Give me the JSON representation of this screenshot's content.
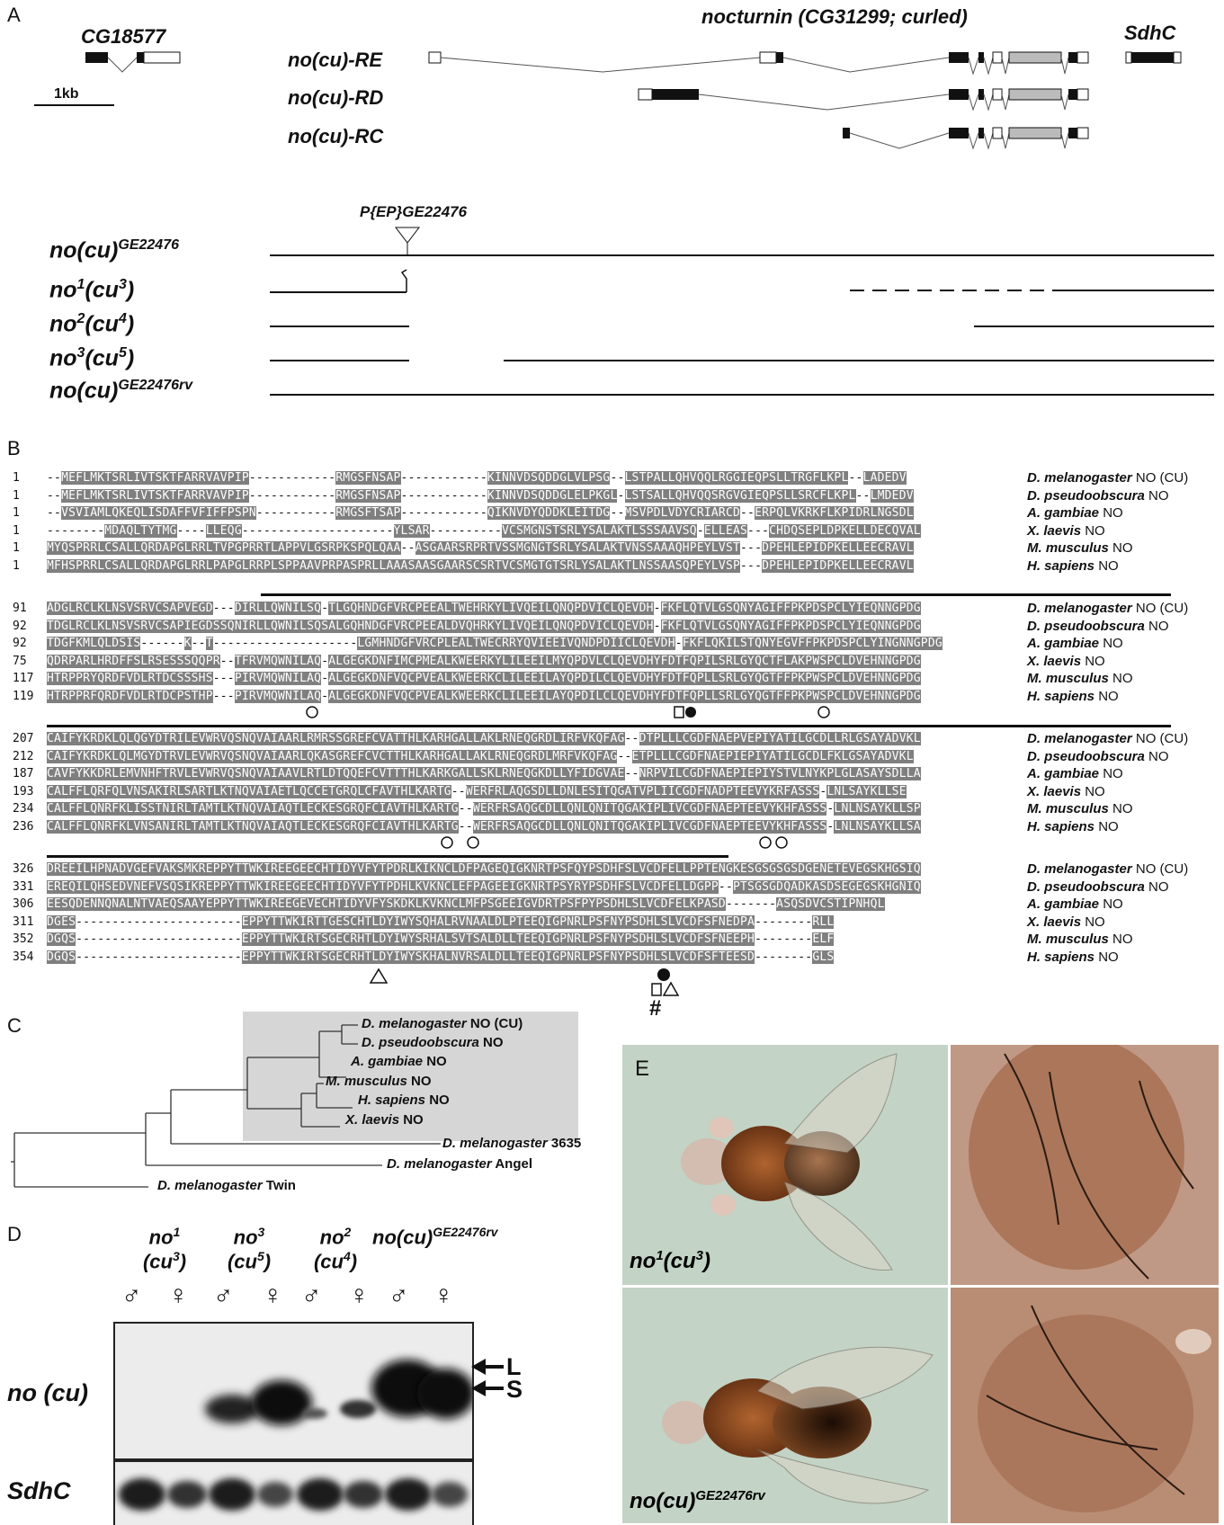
{
  "panels": {
    "A": "A",
    "B": "B",
    "C": "C",
    "D": "D",
    "E": "E"
  },
  "panelA": {
    "gene_left": "CG18577",
    "gene_main": "nocturnin (CG31299; curled)",
    "gene_right": "SdhC",
    "scale": "1kb",
    "transcripts": [
      "no(cu)-RE",
      "no(cu)-RD",
      "no(cu)-RC"
    ],
    "insertion": "P{EP}GE22476",
    "alleles": [
      {
        "base": "no(cu)",
        "sup": "GE22476"
      },
      {
        "base": "no",
        "sup1": "1",
        "mid": "(cu",
        "sup2": "3",
        "end": ")"
      },
      {
        "base": "no",
        "sup1": "2",
        "mid": "(cu",
        "sup2": "4",
        "end": ")"
      },
      {
        "base": "no",
        "sup1": "3",
        "mid": "(cu",
        "sup2": "5",
        "end": ")"
      },
      {
        "base": "no(cu)",
        "sup": "GE22476rv"
      }
    ]
  },
  "panelB": {
    "blocks": [
      {
        "nums": [
          "1",
          "1",
          "1",
          "1",
          "1",
          "1"
        ],
        "seqs": [
          "--MEFLMKTSRLIVTSKTFARRVAVPIP------------RMGSFNSAP------------KINNVDSQDDGLVLPSG--LSTPALLQHVQQLRGGIEQPSLLTRGFLKPL--LADEDV",
          "--MEFLMKTSRLIVTSKTFARRVAVPIP------------RMGSFNSAP------------KINNVDSQDDGLELPKGL-LSTSALLQHVQQSRGVGIEQPSLLSRCFLKPL--LMDEDV",
          "--VSVIAMLQKEQLISDAFFVFIFFPSPN-----------RMGSFTSAP------------QIKNVDYQDDKLEITDG--MSVPDLVDYCRIARCD--ERPQLVKRKFLKPIDRLNGSDL",
          "--------MDAQLTYTMG----LLEQG---------------------YLSAR----------VCSMGNSTSRLYSALAKTLSSSAAVSQ-ELLEAS---CHDQSEPLDPKELLDECQVAL",
          "MYQSPRRLCSALLQRDAPGLRRLTVPGPRRTLAPPVLGSRPKSPQLQAA--ASGAARSRPRTVSSMGNGTSRLYSALAKTVNSSAAAQHPEYLVST---DPEHLEPIDPKELLEECRAVL",
          "MFHSPRRLCSALLQRDAPGLRRLPAPGLRRPLSPPAAVPRPASPRLLAAASAASGAARSCSRTVCSMGTGTSRLYSALAKTLNSSAASQPEYLVSP---DPEHLEPIDPKELLEECRAVL"
        ]
      },
      {
        "nums": [
          "91",
          "92",
          "92",
          "75",
          "117",
          "119"
        ],
        "seqs": [
          "ADGLRCLKLNSVSRVCSAPVEGD---DIRLLQWNILSQ-TLGQHNDGFVRCPEEALTWEHRKYLIVQEILQNQPDVICLQEVDH-FKFLQTVLGSQNYAGIFFPKPDSPCLYIEQNNGPDG",
          "TDGLRCLKLNSVSRVCSAPIEGDSSQNIRLLQWNILSQSALGQHNDGFVRCPEEALDVQHRKYLIVQEILQNQPDVICLQEVDH-FKFLQTVLGSQNYAGIFFPKPDSPCLYIEQNNGPDG",
          "TDGFKMLQLDSIS------K--T--------------------LGMHNDGFVRCPLEALTWECRRYQVIEEIVQNDPDIICLQEVDH-FKFLQKILSTQNYEGVFFPKPDSPCLYINGNNGPDG",
          "QDRPARLHRDFFSLRSESSSQQPR--TFRVMQWNILAQ-ALGEGKDNFIMCPMEALKWEERKYLILEEILMYQPDVLCLQEVDHYFDTFQPILSRLGYQCTFLAKPWSPCLDVEHNNGPDG",
          "HTRPPRYQRDFVDLRTDCSSSHS---PIRVMQWNILAQ-ALGEGKDNFVQCPVEALKWEERKCLILEEILAYQPDILCLQEVDHYFDTFQPLLSRLGYQGTFFPKPWSPCLDVEHNNGPDG",
          "HTRPPRFQRDFVDLRTDCPSTHP---PIRVMQWNILAQ-ALGEGKDNFVQCPVEALKWEERKCLILEEILAYQPDILCLQEVDHYFDTFQPLLSRLGYQGTFFPKPWSPCLDVEHNNGPDG"
        ]
      },
      {
        "nums": [
          "207",
          "212",
          "187",
          "193",
          "234",
          "236"
        ],
        "seqs": [
          "CAIFYKRDKLQLQGYDTRILEVWRVQSNQVAIAARLRMRSSGREFCVATTHLKARHGALLAKLRNEQGRDLIRFVKQFAG--DTPLLLCGDFNAEPVEPIYATILGCDLLRLGSAYADVKL",
          "CAIFYKRDKLQLMGYDTRVLEVWRVQSNQVAIAARLQKASGREFCVCTTHLKARHGALLAKLRNEQGRDLMRFVKQFAG--ETPLLLCGDFNAEPIEPIYATILGCDLFKLGSAYADVKL",
          "CAVFYKKDRLEMVNHFTRVLEVWRVQSNQVAIAAVLRTLDTQQEFCVTTTHLKARKGALLSKLRNEQGKDLLYFIDGVAE--NRPVILCGDFNAEPIEPIYSTVLNYKPLGLASAYSDLLA",
          "CALFFLQRFQLVNSAKIRLSARTLKTNQVAIAETLQCCETGRQLCFAVTHLKARTG--WERFRLAQGSDLLDNLESITQGATVPLIICGDFNADPTEEVYKRFASSS-LNLSAYKLLSE",
          "CALFFLQNRFKLISSTNIRLTAMTLKTNQVAIAQTLECKESGRQFCIAVTHLKARTG--WERFRSAQGCDLLQNLQNITQGAKIPLIVCGDFNAEPTEEVYKHFASSS-LNLNSAYKLLSP",
          "CALFFLQNRFKLVNSANIRLTAMTLKTNQVAIAQTLECKESGRQFCIAVTHLKARTG--WERFRSAQGCDLLQNLQNITQGAKIPLIVCGDFNAEPTEEVYKHFASSS-LNLNSAYKLLSA"
        ]
      },
      {
        "nums": [
          "326",
          "331",
          "306",
          "311",
          "352",
          "354"
        ],
        "seqs": [
          "DREEILHPNADVGEFVAKSMKREPPYTTWKIREEGEECHTIDYVFYTPDRLKIKNCLDFPAGEQIGKNRTPSFQYPSDHFSLVCDFELLPPTENGKESGSGSGSDGENETEVEGSKHGSIQ",
          "EREQILQHSEDVNEFVSQSIKREPPYTTWKIREEGEECHTIDYVFYTPDHLKVKNCLEFPAGEEIGKNRTPSYRYPSDHFSLVCDFELLDGPP--PTSGSGDQADKASDSEGEGSKHGNIQ",
          "EESQDENNQNALNTVAEQSAAYEPPYTTWKIREEGEVECHTIDYVFYSKDKLKVKNCLMFPSGEEIGVDRTPSFPYPSDHLSLVCDFELKPASD-------ASQSDVCSTIPNHQL",
          "DGES-----------------------EPPYTTWKIRTTGESCHTLDYIWYSQHALRVNAALDLPTEEQIGPNRLPSFNYPSDHLSLVCDFSFNEDPA--------RLL",
          "DGQS-----------------------EPPYTTWKIRTSGECRHTLDYIWYSRHALSVTSALDLLTEEQIGPNRLPSFNYPSDHLSLVCDFSFNEEPH--------ELF",
          "DGQS-----------------------EPPYTTWKIRTSGECRHTLDYIWYSKHALNVRSALDLLTEEQIGPNRLPSFNYPSDHLSLVCDFSFTEESD--------GLS"
        ]
      }
    ],
    "species": [
      {
        "sp": "D. melanogaster",
        "nm": "NO (CU)"
      },
      {
        "sp": "D. pseudoobscura",
        "nm": "NO"
      },
      {
        "sp": "A. gambiae",
        "nm": "NO"
      },
      {
        "sp": "X. laevis",
        "nm": "NO"
      },
      {
        "sp": "M. musculus",
        "nm": "NO"
      },
      {
        "sp": "H. sapiens",
        "nm": "NO"
      }
    ],
    "hash": "#"
  },
  "panelC": {
    "leaves": [
      {
        "sp": "D. melanogaster",
        "nm": "NO (CU)"
      },
      {
        "sp": "D. pseudoobscura",
        "nm": "NO"
      },
      {
        "sp": "A. gambiae",
        "nm": "NO"
      },
      {
        "sp": "M. musculus",
        "nm": "NO"
      },
      {
        "sp": "H. sapiens",
        "nm": "NO"
      },
      {
        "sp": "X. laevis",
        "nm": "NO"
      },
      {
        "sp": "D. melanogaster",
        "nm": "3635"
      },
      {
        "sp": "D. melanogaster",
        "nm": "Angel"
      },
      {
        "sp": "D. melanogaster",
        "nm": "Twin"
      }
    ]
  },
  "panelD": {
    "columns": [
      {
        "base": "no",
        "sup": "1",
        "sub": "(cu",
        "sub_sup": "3",
        "sub_end": ")"
      },
      {
        "base": "no",
        "sup": "3",
        "sub": "(cu",
        "sub_sup": "5",
        "sub_end": ")"
      },
      {
        "base": "no",
        "sup": "2",
        "sub": "(cu",
        "sub_sup": "4",
        "sub_end": ")"
      },
      {
        "base": "no(cu)",
        "sup": "GE22476rv"
      }
    ],
    "male": "♂",
    "female": "♀",
    "row_top": "no (cu)",
    "row_bottom": "SdhC",
    "band_L": "L",
    "band_S": "S"
  },
  "panelE": {
    "label_top": {
      "base": "no",
      "sup": "1",
      "mid": "(cu",
      "sup2": "3",
      "end": ")"
    },
    "label_bottom": {
      "base": "no(cu)",
      "sup": "GE22476rv"
    }
  }
}
